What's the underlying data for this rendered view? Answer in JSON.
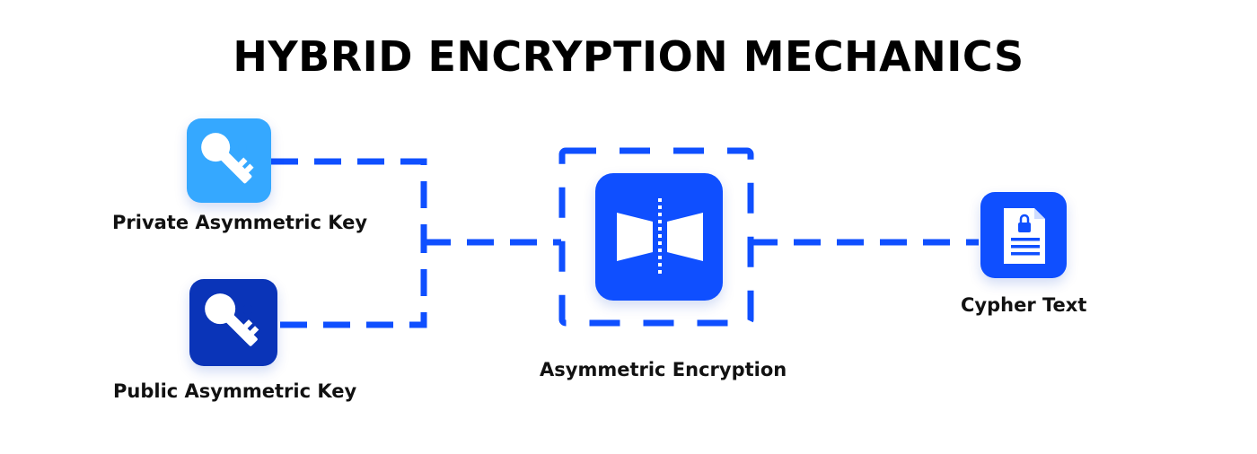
{
  "title": "HYBRID ENCRYPTION MECHANICS",
  "colors": {
    "light_blue": "#35A8FF",
    "dark_blue": "#0A34B8",
    "primary_blue": "#0F4FFF",
    "dash_blue": "#0F4FFF"
  },
  "nodes": {
    "private_key": {
      "label": "Private Asymmetric Key",
      "icon": "key-icon"
    },
    "public_key": {
      "label": "Public Asymmetric Key",
      "icon": "key-icon"
    },
    "encryption": {
      "label": "Asymmetric Encryption",
      "icon": "split-triangles-icon"
    },
    "cypher": {
      "label": "Cypher Text",
      "icon": "locked-document-icon"
    }
  }
}
